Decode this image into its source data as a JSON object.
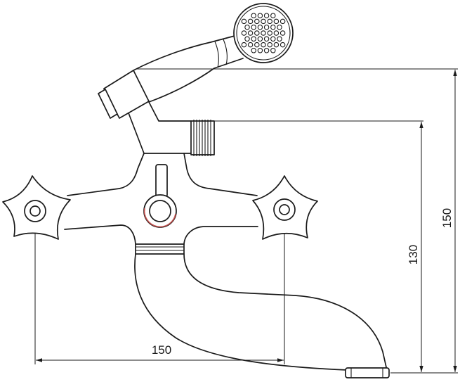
{
  "dimensions": {
    "handle_spacing": "150",
    "spout_height": "130",
    "total_height": "150"
  },
  "colors": {
    "line": "#1a1a1a",
    "accent": "#c0504d"
  },
  "icons": {
    "shower_head": "shower-head-icon",
    "handle": "star-handle-icon"
  }
}
